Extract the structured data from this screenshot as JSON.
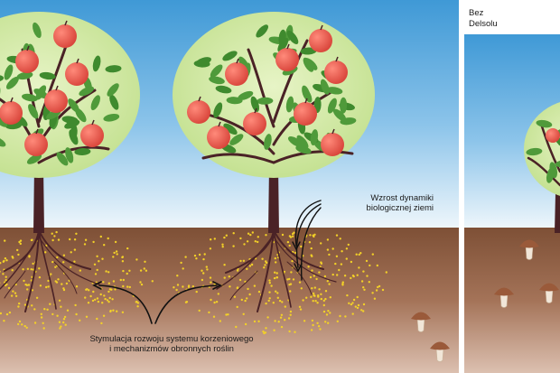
{
  "panel_label": [
    "Bez",
    "Delsolu"
  ],
  "annotation_growth": [
    "Wzrost dynamiki",
    "biologicznej ziemi"
  ],
  "annotation_stimulation": [
    "Stymulacja rozwoju systemu korzeniowego",
    "i mechanizmów obronnych roślin"
  ],
  "colors": {
    "sky_top": "#4a9fd8",
    "sky_bottom": "#eef6fb",
    "soil": "#8a5a3c",
    "soil_deep": "#d0b09e",
    "foliage": "#cfe8a0",
    "leaf": "#4f9a3a",
    "apple": "#e8584a",
    "trunk": "#4a2226",
    "granules": "#f2d028",
    "mushroom_cap": "#9a5a3a"
  }
}
